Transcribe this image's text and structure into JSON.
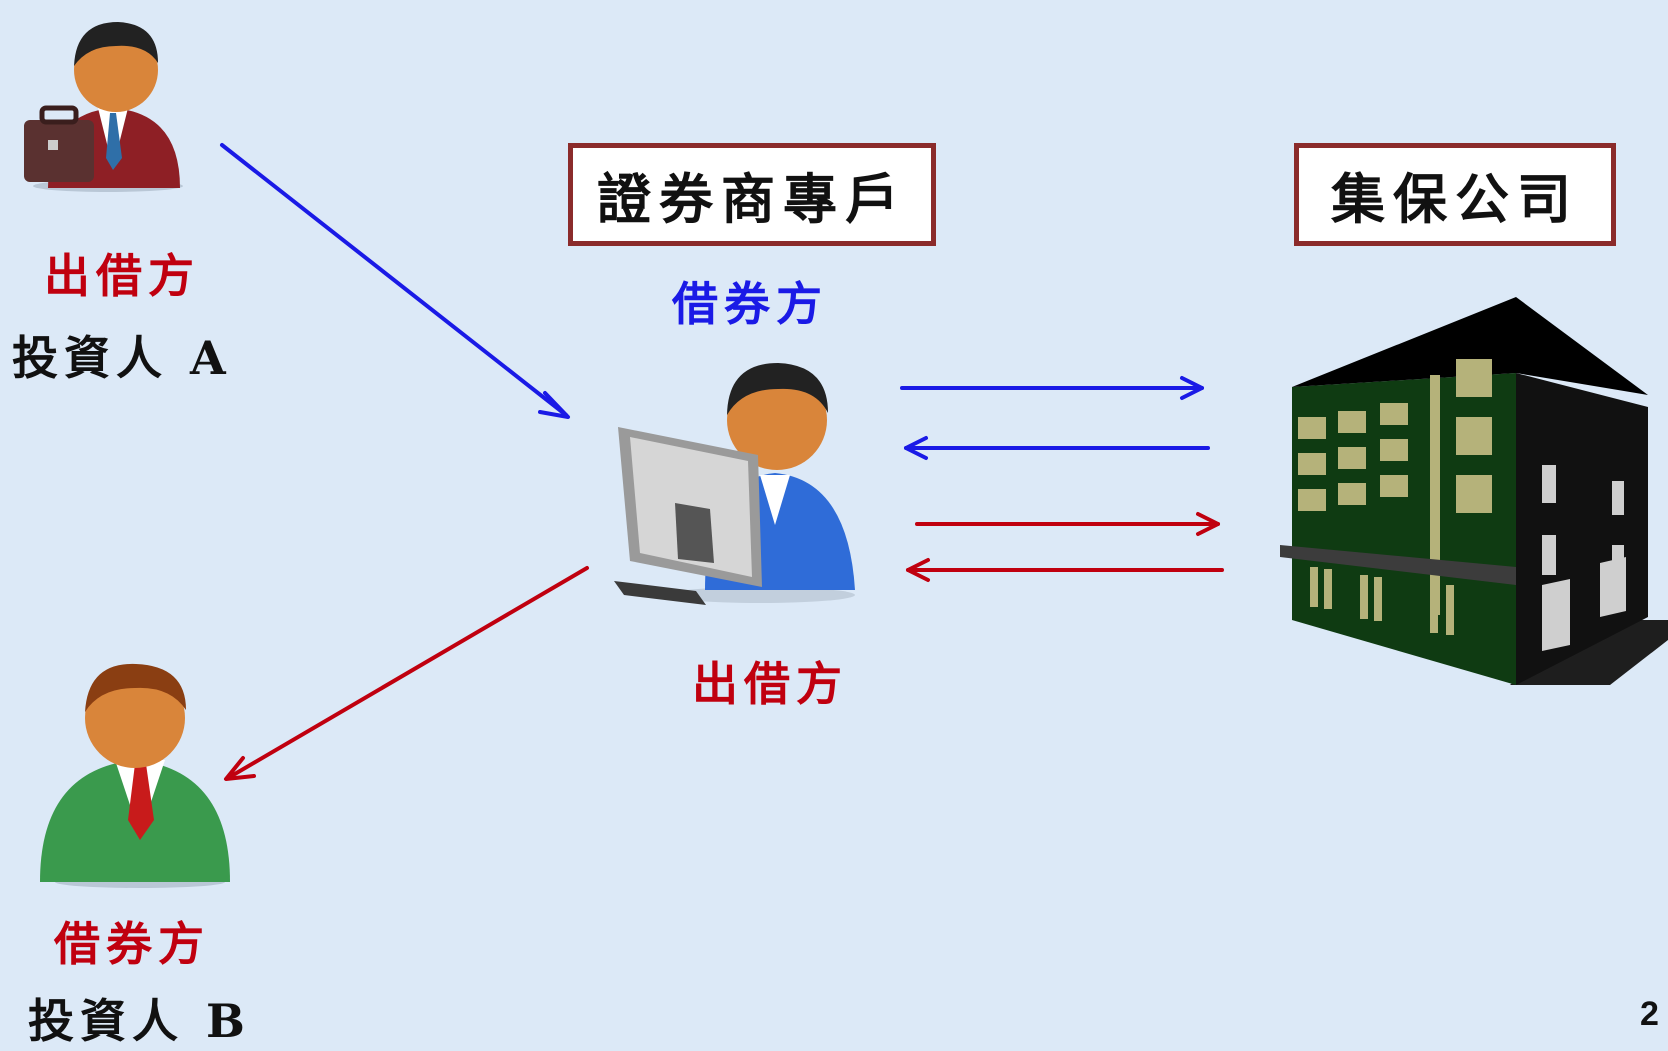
{
  "labels": {
    "lender_a_role": "出借方",
    "investor_a": "投資人 A",
    "broker_account": "證券商專戶",
    "broker_borrower_role": "借券方",
    "broker_lender_role": "出借方",
    "depository": "集保公司",
    "borrower_b_role": "借券方",
    "investor_b": "投資人 B"
  },
  "page_number": "2",
  "icons": {
    "investor_a": "businessman-with-briefcase-icon",
    "broker": "person-at-computer-icon",
    "depository": "office-building-icon",
    "investor_b": "businessman-green-icon"
  },
  "colors": {
    "background": "#dce9f7",
    "blue_arrow": "#1a1ae6",
    "red_arrow": "#c0000f",
    "box_border": "#8b2b2b"
  }
}
